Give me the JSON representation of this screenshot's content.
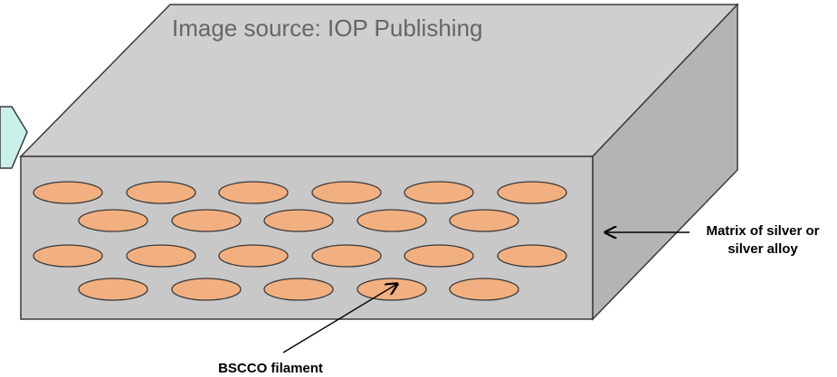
{
  "image_source": "Image source: IOP Publishing",
  "labels": {
    "matrix_line1": "Matrix of silver or",
    "matrix_line2": "silver alloy",
    "filament": "BSCCO filament"
  },
  "filament_grid": {
    "rows": [
      6,
      5,
      6,
      5
    ]
  },
  "colors": {
    "front_face": "#c8c8c8",
    "top_face": "#cfcfcf",
    "side_face": "#b4b4b4",
    "filament_fill": "#f2b080",
    "outline": "#3a3a3a",
    "nav_arrow": "#c9f1ea"
  }
}
